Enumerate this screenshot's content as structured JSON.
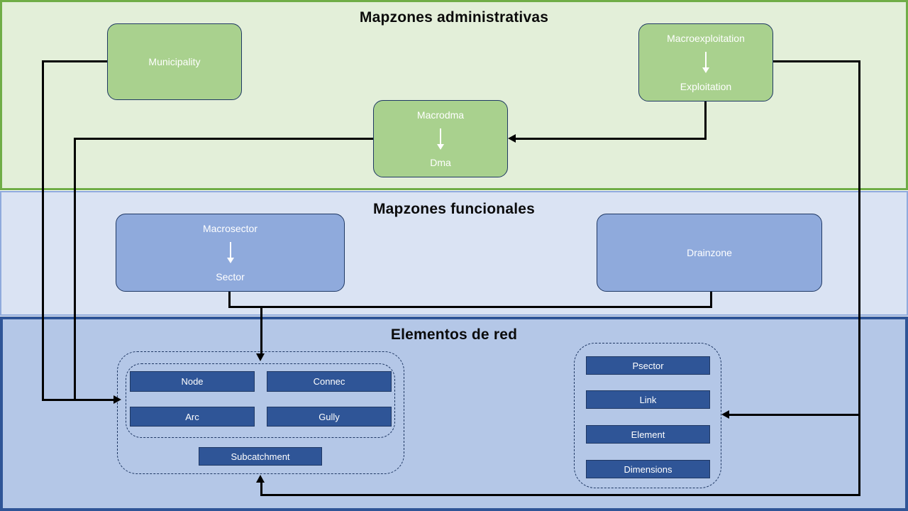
{
  "diagram": {
    "sections": {
      "administrativas": {
        "title": "Mapzones administrativas",
        "boxes": {
          "municipality": {
            "label": "Municipality"
          },
          "macroexploitation": {
            "label_top": "Macroexploitation",
            "label_bottom": "Exploitation"
          },
          "macrodma": {
            "label_top": "Macrodma",
            "label_bottom": "Dma"
          }
        }
      },
      "funcionales": {
        "title": "Mapzones funcionales",
        "boxes": {
          "macrosector": {
            "label_top": "Macrosector",
            "label_bottom": "Sector"
          },
          "drainzone": {
            "label": "Drainzone"
          }
        }
      },
      "elementos": {
        "title": "Elementos de red",
        "network_group": {
          "items": [
            "Node",
            "Connec",
            "Arc",
            "Gully",
            "Subcatchment"
          ]
        },
        "psector_group": {
          "items": [
            "Psector",
            "Link",
            "Element",
            "Dimensions"
          ]
        }
      }
    },
    "colors": {
      "admin_section_bg": "#E3EFD9",
      "admin_section_border": "#70AD47",
      "admin_box_fill": "#A9D18E",
      "func_section_bg": "#DAE3F3",
      "func_section_border": "#8FAADC",
      "func_box_fill": "#8FAADC",
      "elem_section_bg": "#B4C7E7",
      "elem_section_border": "#2F5597",
      "small_box_fill": "#2F5597",
      "box_border": "#1F3864",
      "connector": "#000000",
      "box_text": "#FFFFFF",
      "title_text": "#0B0B0B"
    }
  }
}
